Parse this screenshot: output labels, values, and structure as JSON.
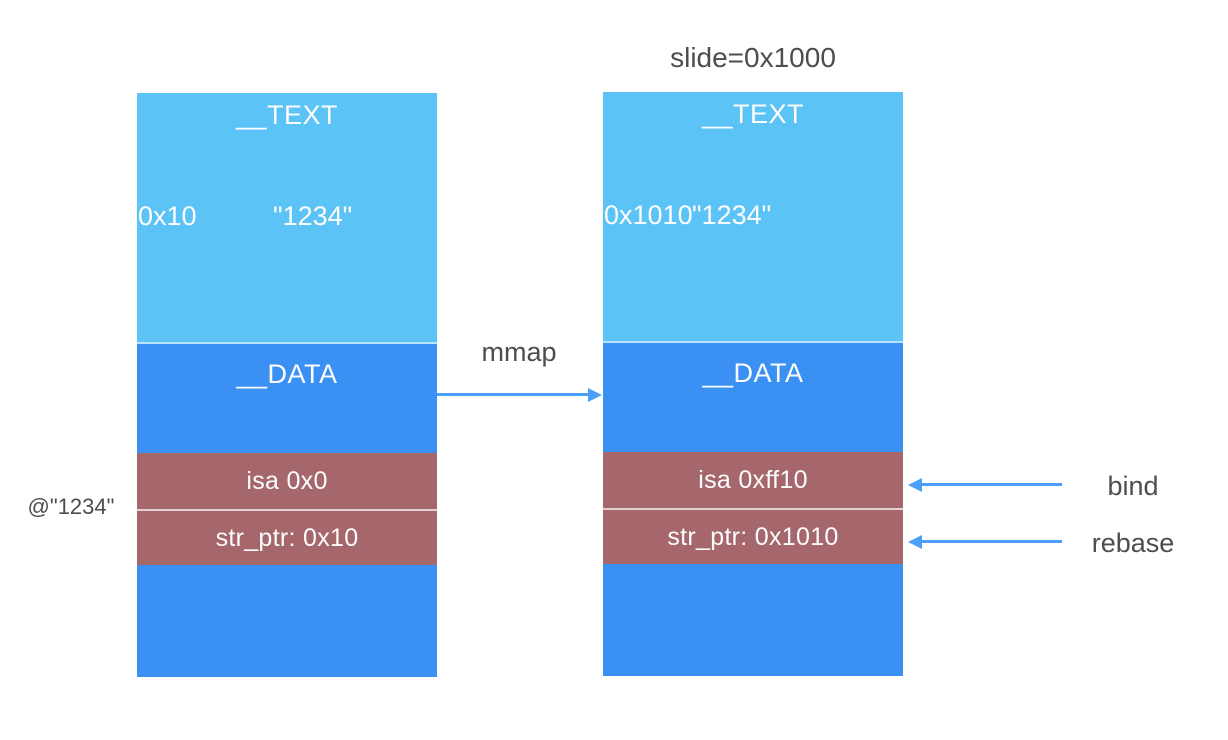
{
  "colors": {
    "text_segment": "#5CC3F7",
    "data_segment": "#3B90F3",
    "pointer_row": "#A5676B",
    "arrow": "#4AA0F7",
    "label_text": "#4D4D4D",
    "segment_text": "#FDFDFD"
  },
  "left_column": {
    "text_label": "__TEXT",
    "address": "0x10",
    "string_value": "\"1234\"",
    "data_label": "__DATA",
    "isa_row": "isa 0x0",
    "str_ptr_row": "str_ptr: 0x10"
  },
  "right_column": {
    "slide_label": "slide=0x1000",
    "text_label": "__TEXT",
    "address": "0x1010",
    "string_value": "\"1234\"",
    "data_label": "__DATA",
    "isa_row": "isa 0xff10",
    "str_ptr_row": "str_ptr: 0x1010"
  },
  "annotations": {
    "object_literal": "@\"1234\"",
    "mmap": "mmap",
    "bind": "bind",
    "rebase": "rebase"
  }
}
